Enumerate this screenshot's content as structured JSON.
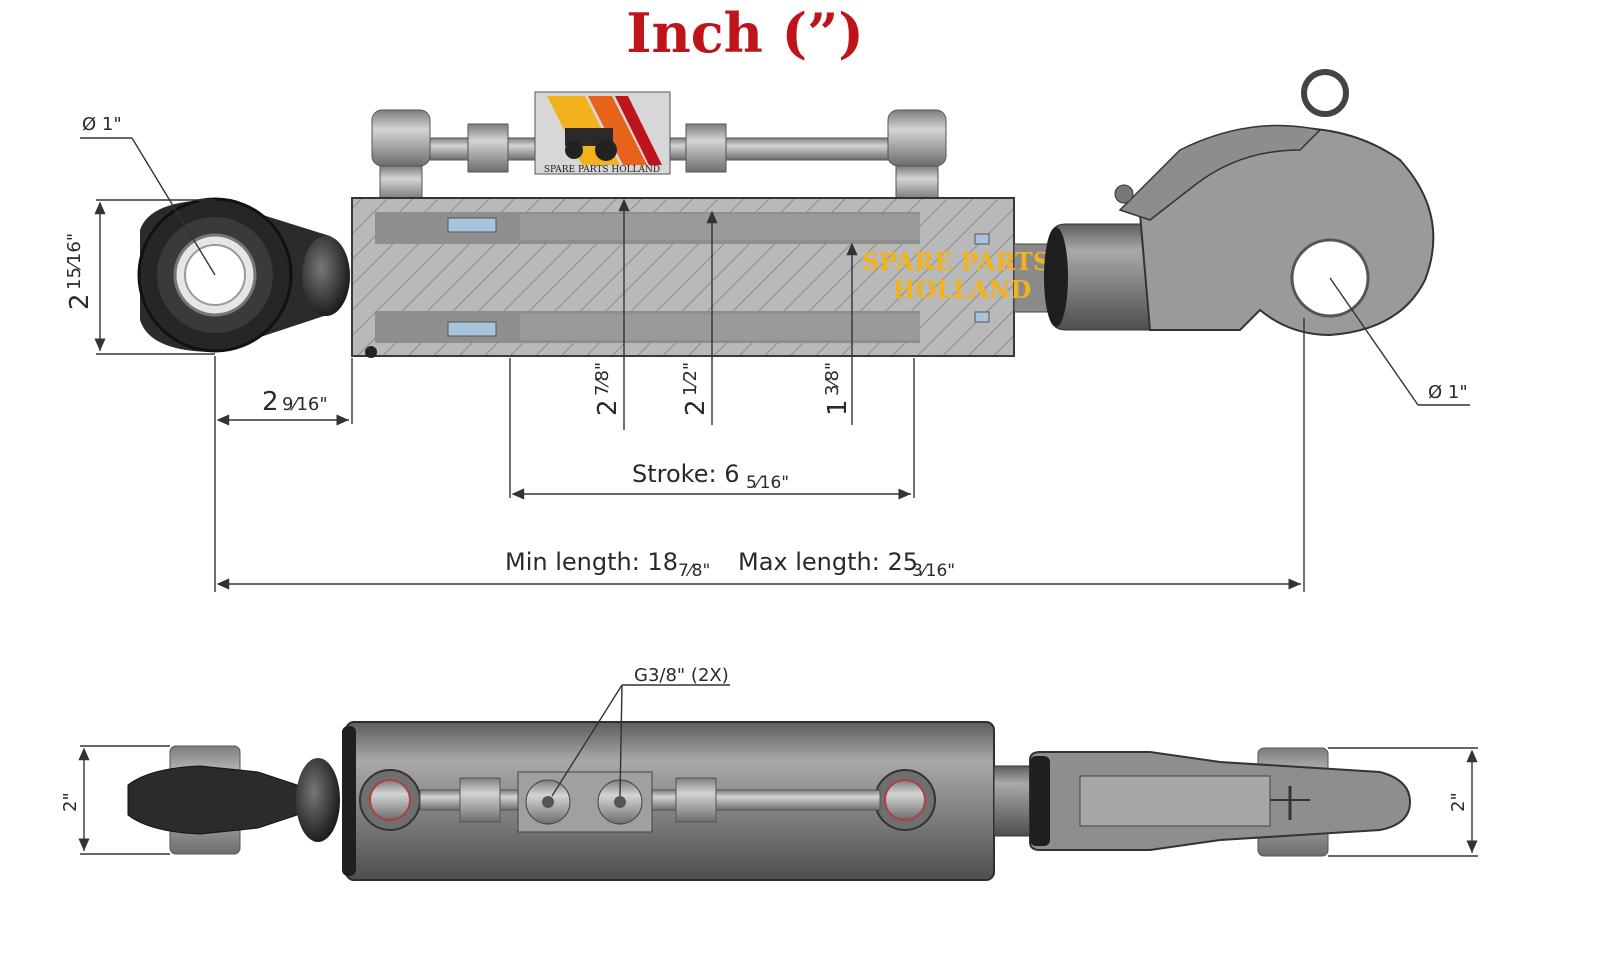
{
  "title": "Inch (”)",
  "watermark": {
    "line1": "SPARE PARTS",
    "line2": "HOLLAND"
  },
  "logo_text": "SPARE PARTS HOLLAND",
  "dimensions": {
    "eye_left_diameter": "Ø 1\"",
    "eye_right_diameter": "Ø 1\"",
    "eye_height_whole": "2",
    "eye_height_fraction": "15⁄16\"",
    "eye_offset_whole": "2",
    "eye_offset_fraction": "9⁄16\"",
    "bore_outer_whole": "2",
    "bore_outer_fraction": "7⁄8\"",
    "bore_inner_whole": "2",
    "bore_inner_fraction": "1⁄2\"",
    "rod_whole": "1",
    "rod_fraction": "3⁄8\"",
    "stroke_label": "Stroke: 6",
    "stroke_fraction": "5⁄16\"",
    "min_length_label": "Min length: 18",
    "min_length_fraction": "7⁄8\"",
    "max_length_label": "Max length: 25",
    "max_length_fraction": "3⁄16\"",
    "port_label": "G3/8\" (2X)",
    "width_left": "2\"",
    "width_right": "2\""
  },
  "colors": {
    "title": "#c0141c",
    "brand": "#f2b21d",
    "steel": "#8c8c8c",
    "section": "#b8b8b8"
  }
}
